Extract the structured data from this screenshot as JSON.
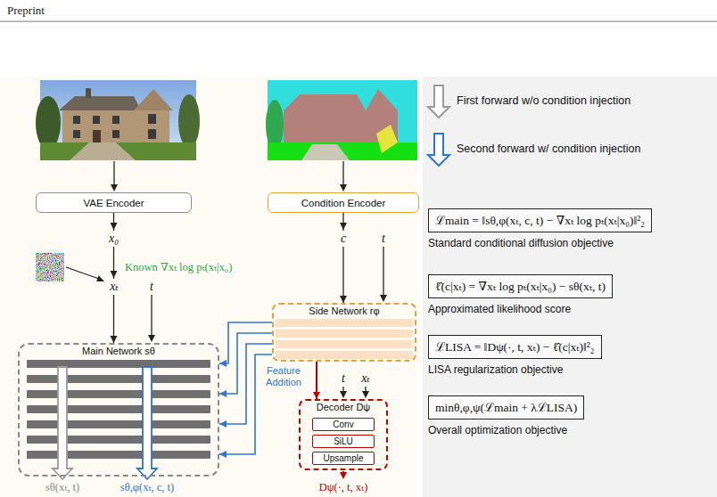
{
  "diagram": {
    "nodes": [
      {
        "text": [
          "VAE Encoder"
        ]
      },
      {
        "text": [
          "Condition Encoder"
        ]
      },
      {
        "text": [
          "Main Network sθ"
        ]
      },
      {
        "text": [
          "Side Network rφ"
        ]
      },
      {
        "text": [
          "Decoder Dψ"
        ]
      },
      {
        "text": [
          "Conv"
        ],
        "in": 4
      },
      {
        "text": [
          "SiLU"
        ],
        "in": 4
      },
      {
        "text": [
          "Upsample"
        ],
        "in": 4
      },
      {
        "text": [
          "ℒmain = ‖sθ,φ(xₜ, c, t) − ∇xₜ log pₜ(xₜ|x₀)‖²₂",
          "Standard conditional diffusion objective"
        ]
      },
      {
        "text": [
          "ℓ̂(c|xₜ) = ∇xₜ log pₜ(xₜ|x₀) − sθ(xₜ, t)",
          "Approximated likelihood score"
        ]
      },
      {
        "text": [
          "ℒLISA = ‖Dψ(·, t, xₜ) − ℓ̂(c|xₜ)‖²₂",
          "LISA regularization objective"
        ]
      },
      {
        "text": [
          "minθ,φ,ψ(ℒmain + λℒLISA)",
          "Overall optimization objective"
        ]
      }
    ],
    "edges": [
      {
        "from": 0,
        "to": 2,
        "label": "x₀",
        "arrow": "to"
      },
      {
        "from": 1,
        "to": 3,
        "label": "c",
        "arrow": "to"
      },
      {
        "from": 3,
        "to": 2,
        "label": "Feature Addition",
        "arrow": "to"
      },
      {
        "from": 3,
        "to": 4,
        "arrow": "to"
      }
    ],
    "labels": [
      "Preprint",
      "xₜ",
      "t",
      "Known ∇xₜ log pₜ(xₜ|x₀)",
      "t",
      "t",
      "xₜ",
      "sθ(xₜ, t)",
      "sθ,φ(xₜ, c, t)",
      "Dψ(·, t, xₜ)"
    ],
    "legend": [
      {
        "text": "First forward w/o condition injection"
      },
      {
        "text": "Second forward w/ condition injection"
      }
    ]
  }
}
